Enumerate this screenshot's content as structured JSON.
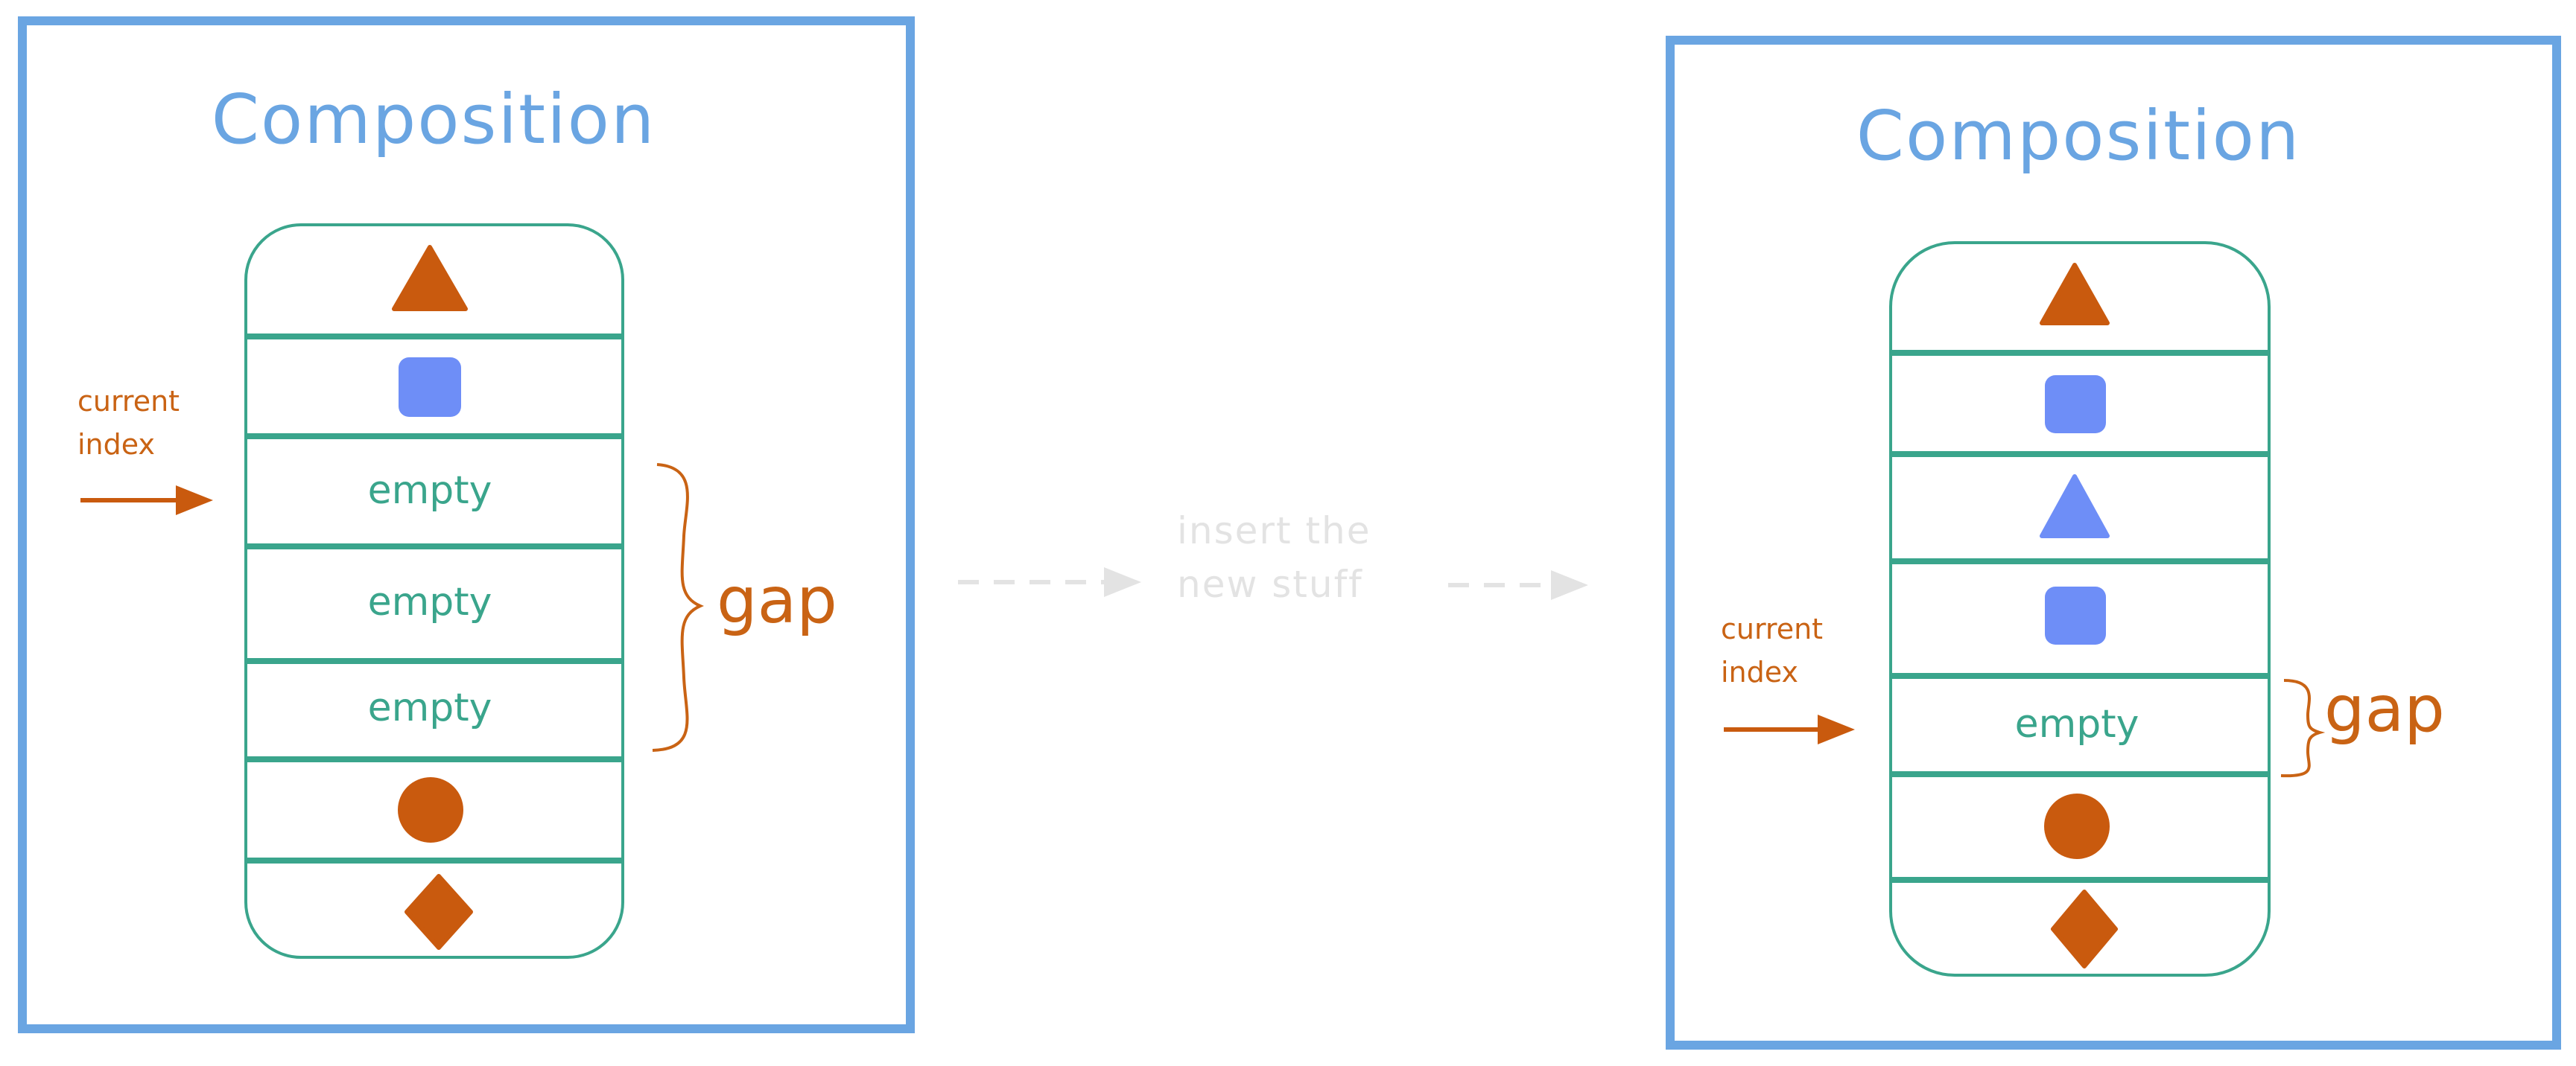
{
  "left": {
    "title": "Composition",
    "slots": [
      "triangle",
      "square",
      "empty",
      "empty",
      "empty",
      "circle",
      "diamond"
    ],
    "empty_label": "empty",
    "current_index": {
      "line1": "current",
      "line2": "index"
    },
    "gap_label": "gap"
  },
  "transition": {
    "line1": "insert the",
    "line2": "new stuff"
  },
  "right": {
    "title": "Composition",
    "slots": [
      "triangle",
      "square",
      "triangle-blue",
      "square",
      "empty",
      "circle",
      "diamond"
    ],
    "empty_label": "empty",
    "current_index": {
      "line1": "current",
      "line2": "index"
    },
    "gap_label": "gap"
  },
  "colors": {
    "frame": "#6aa5e2",
    "slot_line": "#3aa58c",
    "orange": "#c95a0e",
    "blue_shape": "#6e8ef7",
    "muted": "#e3e3e3"
  }
}
